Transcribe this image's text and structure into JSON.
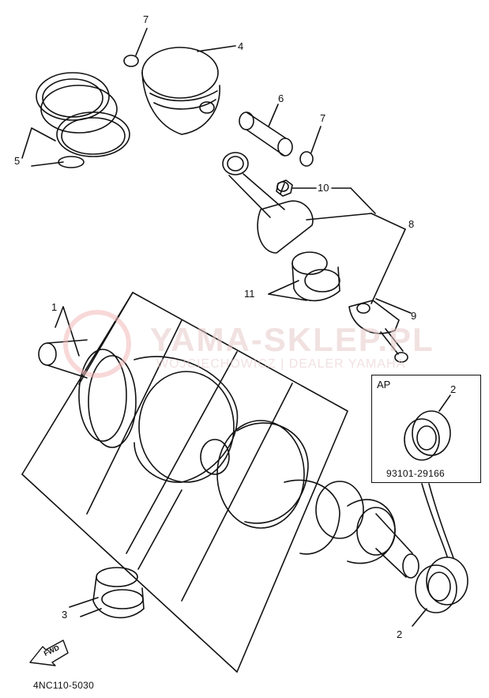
{
  "callouts": [
    {
      "id": "c7a",
      "text": "7"
    },
    {
      "id": "c4",
      "text": "4"
    },
    {
      "id": "c5",
      "text": "5"
    },
    {
      "id": "c6",
      "text": "6"
    },
    {
      "id": "c7b",
      "text": "7"
    },
    {
      "id": "c10",
      "text": "10"
    },
    {
      "id": "c8",
      "text": "8"
    },
    {
      "id": "c11",
      "text": "11"
    },
    {
      "id": "c9",
      "text": "9"
    },
    {
      "id": "c1",
      "text": "1"
    },
    {
      "id": "c2ap",
      "text": "2"
    },
    {
      "id": "c3",
      "text": "3"
    },
    {
      "id": "c2",
      "text": "2"
    }
  ],
  "ap_box": {
    "label": "AP",
    "part_number": "93101-29166"
  },
  "footer_code": "4NC110-5030",
  "fwd_label": "FWD",
  "watermark": {
    "main": "YAMA-SKLEP.PL",
    "sub": "WOJCIECHOWICZ | DEALER YAMAHA"
  }
}
